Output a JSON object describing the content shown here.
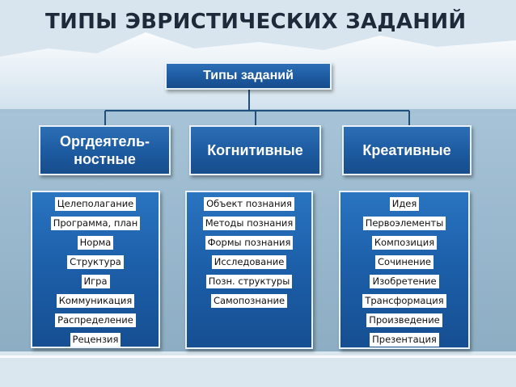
{
  "title": "ТИПЫ ЭВРИСТИЧЕСКИХ ЗАДАНИЙ",
  "root": "Типы заданий",
  "categories": [
    {
      "label_line1": "Оргдеятель-",
      "label_line2": "ностные"
    },
    {
      "label": "Когнитивные"
    },
    {
      "label": "Креативные"
    }
  ],
  "lists": [
    [
      "Целеполагание",
      "Программа, план",
      "Норма",
      "Структура",
      "Игра",
      "Коммуникация",
      "Распределение",
      "Рецензия"
    ],
    [
      "Объект познания",
      "Методы познания",
      "Формы познания",
      "Исследование",
      "Позн. структуры",
      "Самопознание"
    ],
    [
      "Идея",
      "Первоэлементы",
      "Композиция",
      "Сочинение",
      "Изобретение",
      "Трансформация",
      "Произведение",
      "Презентация"
    ]
  ],
  "colors": {
    "box_fill": "#1d5aa0",
    "box_border": "#e9f2fb",
    "connector": "#1f4f7a",
    "title": "#1d2a3a"
  }
}
